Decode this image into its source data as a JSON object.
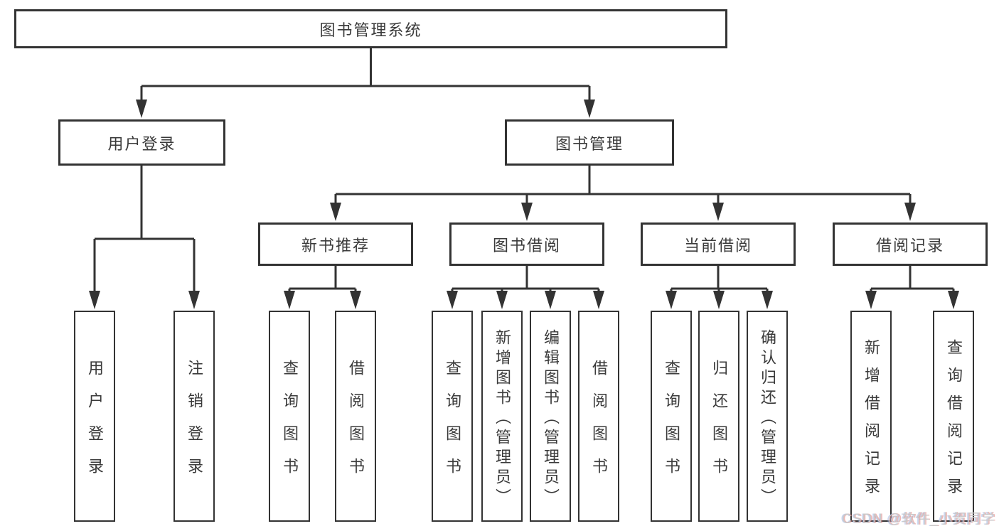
{
  "diagram": {
    "root_label": "图书管理系统",
    "level2": [
      "用户登录",
      "图书管理"
    ],
    "level3": [
      "新书推荐",
      "图书借阅",
      "当前借阅",
      "借阅记录"
    ],
    "leaves": [
      "用户登录",
      "注销登录",
      "查询图书",
      "借阅图书",
      "查询图书",
      "新增图书（管理员）",
      "编辑图书（管理员）",
      "借阅图书",
      "查询图书",
      "归还图书",
      "确认归还（管理员）",
      "新增借阅记录",
      "查询借阅记录"
    ],
    "colors": {
      "line": "#333333",
      "box_border": "#333333",
      "text": "#3a3a3a",
      "background": "#ffffff",
      "watermark": "#c9c9c9"
    }
  },
  "watermark": {
    "text": "CSDN @软件_小贺同学"
  }
}
